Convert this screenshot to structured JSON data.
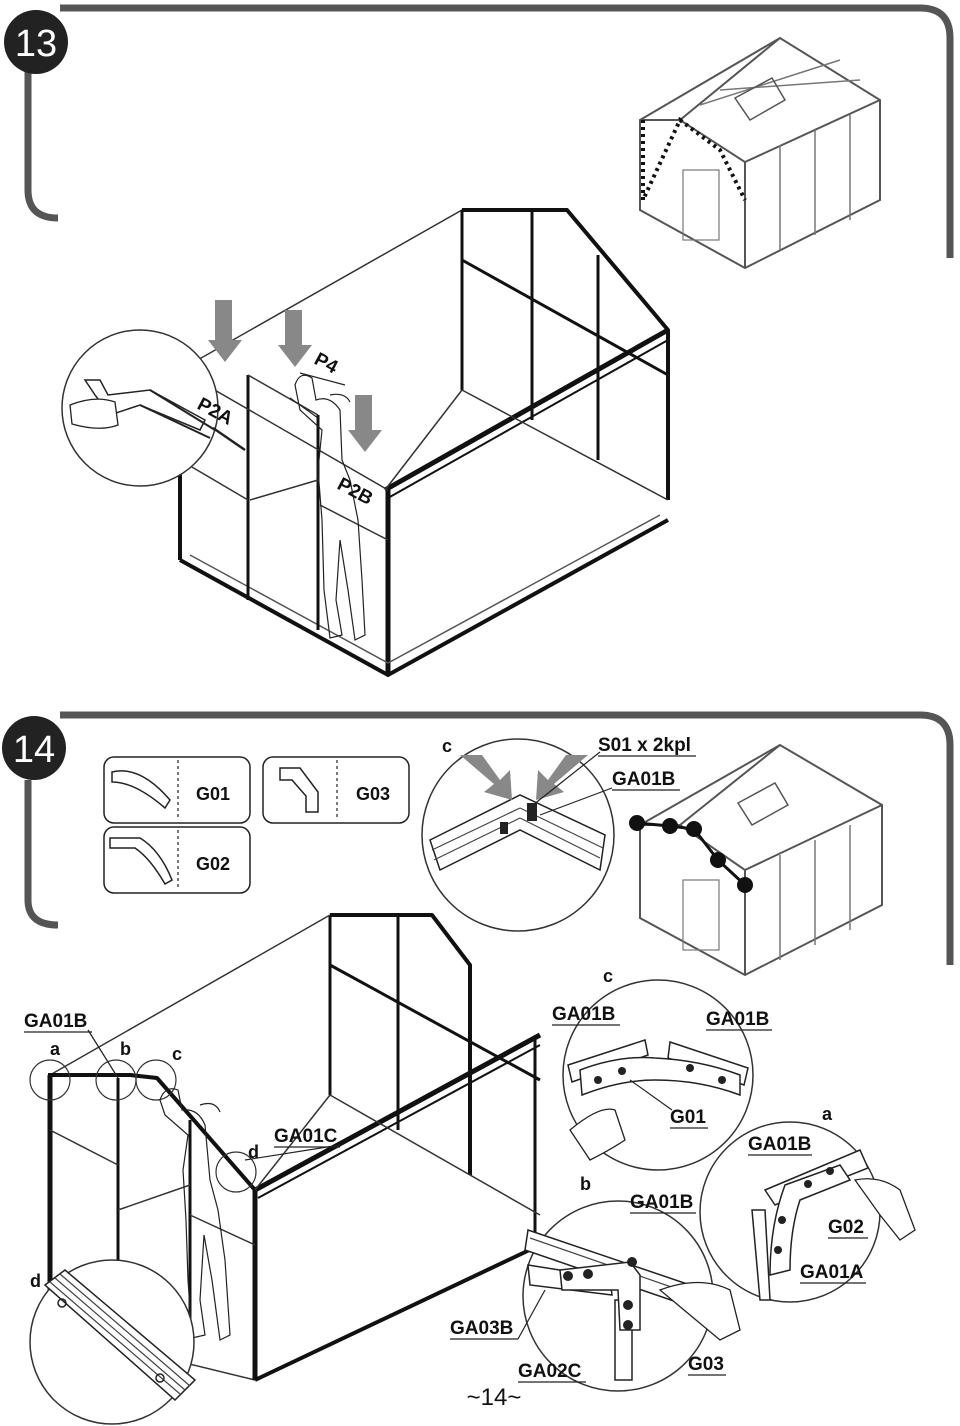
{
  "page": {
    "number": "~14~"
  },
  "step13": {
    "number": "13",
    "labels": {
      "p2a": "P2A",
      "p4": "P4",
      "p2b": "P2B"
    }
  },
  "step14": {
    "number": "14",
    "parts": [
      {
        "code": "G01"
      },
      {
        "code": "G02"
      },
      {
        "code": "G03"
      }
    ],
    "detail_c_top": {
      "letter": "c",
      "screw": "S01 x 2kpl",
      "part": "GA01B"
    },
    "main": {
      "part_top": "GA01B",
      "a": "a",
      "b": "b",
      "c": "c",
      "d": "d",
      "part_side": "GA01C"
    },
    "detail_c": {
      "letter": "c",
      "left": "GA01B",
      "right": "GA01B",
      "bracket": "G01"
    },
    "detail_a": {
      "letter": "a",
      "top": "GA01B",
      "bracket": "G02",
      "bottom": "GA01A"
    },
    "detail_b": {
      "letter": "b",
      "top": "GA01B",
      "left": "GA03B",
      "bottom": "GA02C",
      "bracket": "G03"
    },
    "detail_d": {
      "letter": "d"
    }
  }
}
